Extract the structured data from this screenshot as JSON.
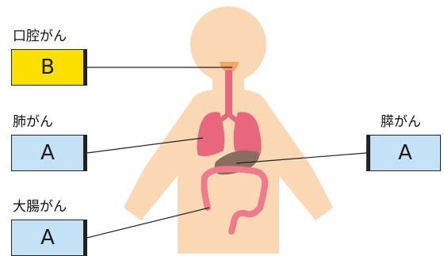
{
  "colors": {
    "skin": "#fbd8b4",
    "trachea": "#e8677c",
    "lungs": "#e8677c",
    "mouth": "#f4a468",
    "pancreas": "#8a6d5e",
    "intestine": "#ee7a8c",
    "box_fill_default": "#c4e2f5",
    "box_fill_highlight": "#fde000",
    "leader_line": "#222222"
  },
  "items": [
    {
      "key": "oral",
      "label": "口腔がん",
      "grade": "B",
      "highlight": true
    },
    {
      "key": "lung",
      "label": "肺がん",
      "grade": "A",
      "highlight": false
    },
    {
      "key": "colon",
      "label": "大腸がん",
      "grade": "A",
      "highlight": false
    },
    {
      "key": "pancreas",
      "label": "膵がん",
      "grade": "A",
      "highlight": false
    }
  ]
}
